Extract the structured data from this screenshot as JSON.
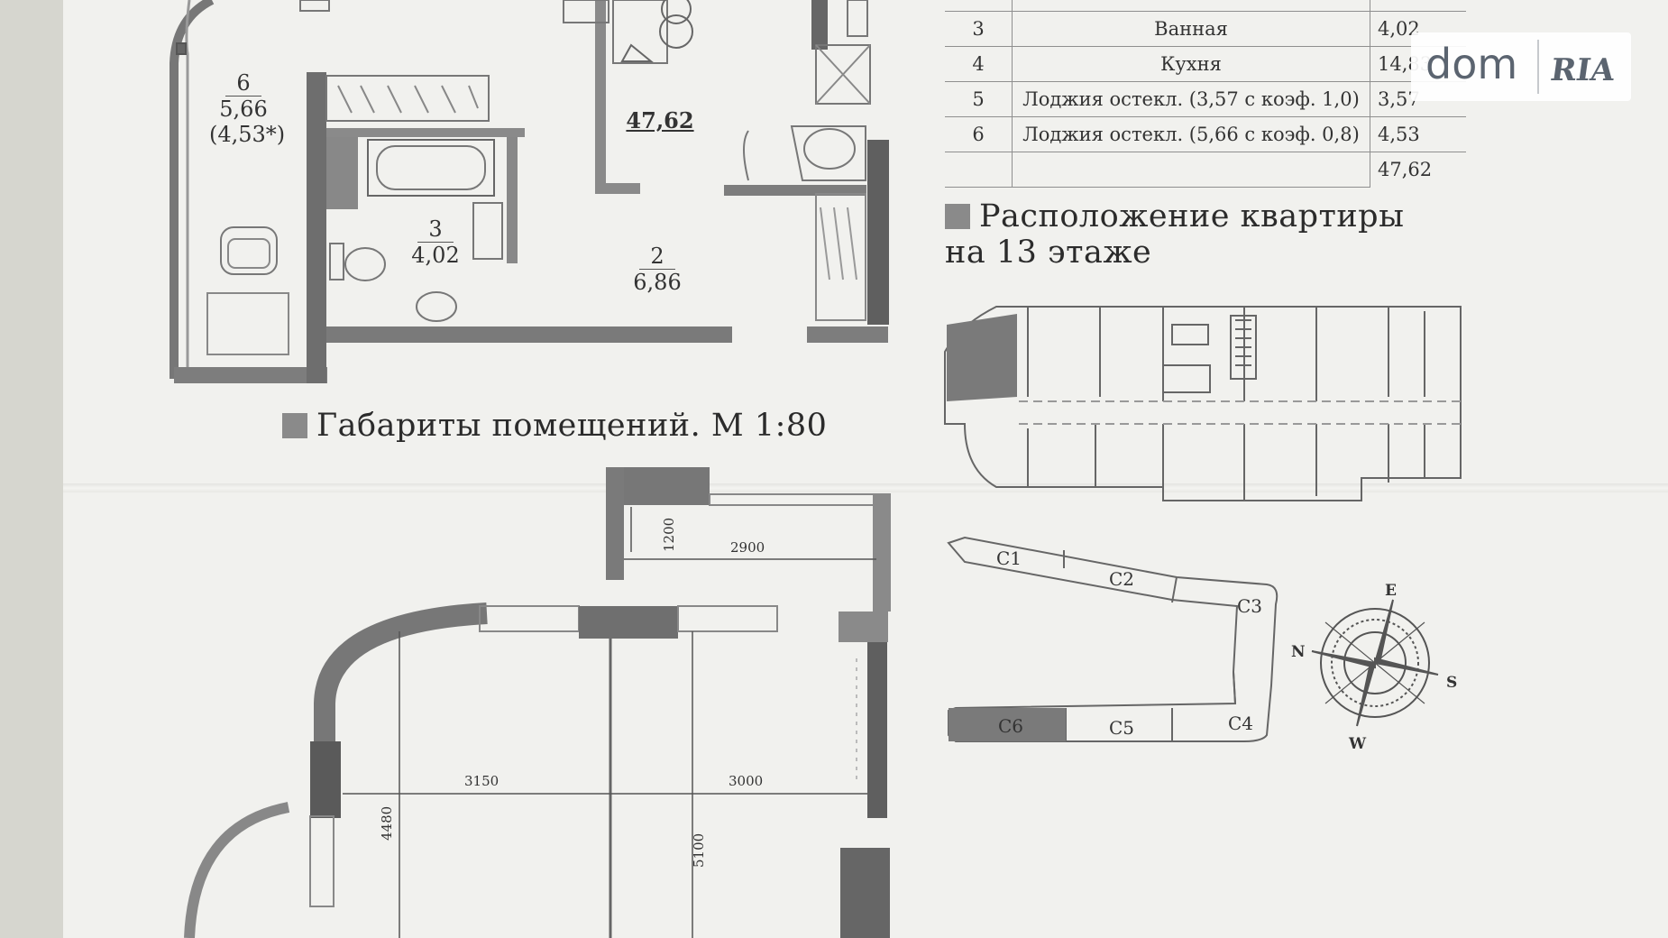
{
  "logo": {
    "dom": "dom",
    "ria": "RIA"
  },
  "plan_top": {
    "rooms": [
      {
        "num": "6",
        "area": "5,66",
        "note": "(4,53*)"
      },
      {
        "num": "3",
        "area": "4,02"
      },
      {
        "num": "2",
        "area": "6,86"
      }
    ],
    "total": "47,62"
  },
  "room_table": {
    "rows": [
      {
        "num": "3",
        "name": "Ванная",
        "area": "4,02"
      },
      {
        "num": "4",
        "name": "Кухня",
        "area": "14,83"
      },
      {
        "num": "5",
        "name": "Лоджия остекл. (3,57 с коэф. 1,0)",
        "area": "3,57"
      },
      {
        "num": "6",
        "name": "Лоджия остекл. (5,66 с коэф. 0,8)",
        "area": "4,53"
      },
      {
        "num": "",
        "name": "",
        "area": "47,62"
      }
    ]
  },
  "headings": {
    "location": "Расположение квартиры на 13 этаже",
    "dimensions": "Габариты помещений. М 1:80"
  },
  "dimensions": {
    "h1": "2900",
    "h2": "3150",
    "h3": "3000",
    "v1": "1200",
    "v2": "4480",
    "v3": "5100"
  },
  "sections": [
    "C1",
    "C2",
    "C3",
    "C4",
    "C5",
    "C6"
  ],
  "compass": {
    "n": "N",
    "e": "E",
    "s": "S",
    "w": "W"
  }
}
